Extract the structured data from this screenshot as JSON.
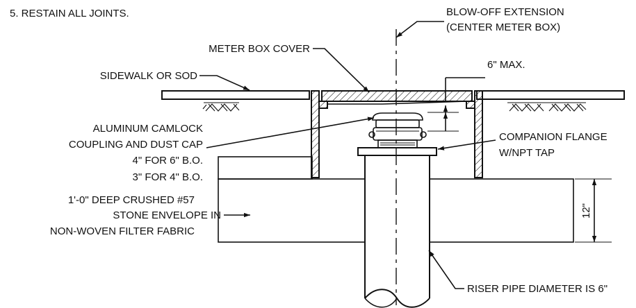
{
  "note": "5.    RESTAIN ALL JOINTS.",
  "labels": {
    "blowoff_line1": "BLOW-OFF EXTENSION",
    "blowoff_line2": "(CENTER METER BOX)",
    "meter_box_cover": "METER BOX COVER",
    "six_max": "6\" MAX.",
    "sidewalk": "SIDEWALK OR SOD",
    "camlock_line1": "ALUMINUM CAMLOCK",
    "camlock_line2": "COUPLING AND DUST CAP",
    "camlock_line3": "4\" FOR 6\" B.O.",
    "camlock_line4": "3\" FOR 4\" B.O.",
    "stone_line1": "1'-0\" DEEP CRUSHED #57",
    "stone_line2": "STONE ENVELOPE IN",
    "stone_line3": "NON-WOVEN FILTER FABRIC",
    "flange_line1": "COMPANION FLANGE",
    "flange_line2": "W/NPT TAP",
    "dim_12": "12\"",
    "riser": "RISER PIPE DIAMETER IS 6\""
  }
}
